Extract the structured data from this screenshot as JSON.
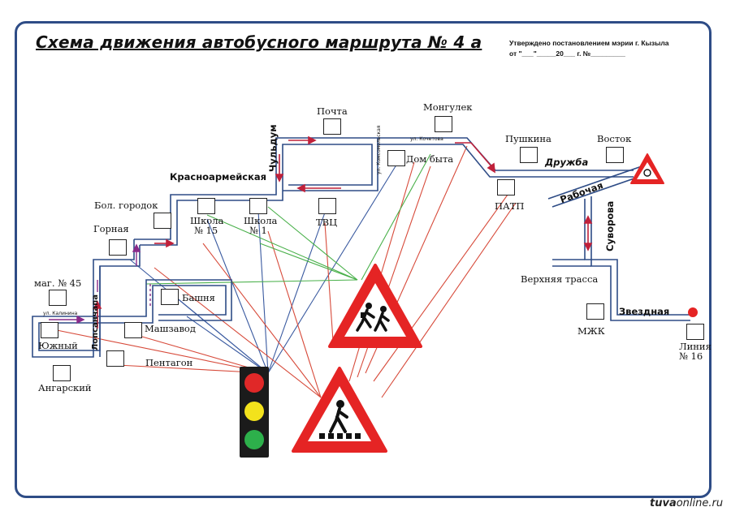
{
  "title": "Схема движения автобусного маршрута № 4 а",
  "approval": {
    "line1": "Утверждено постановлением мэрии г. Кызыла",
    "line2": "от \"___\"_____20___ г. №_________"
  },
  "stops": {
    "pochta": "Почта",
    "mongulek": "Монгулек",
    "pushkina": "Пушкина",
    "vostok": "Восток",
    "dom_byta": "Дом быта",
    "patp": "ПАТП",
    "bol_gorodok": "Бол. городок",
    "gornaya": "Горная",
    "shkola15_a": "Школа",
    "shkola15_b": "№ 15",
    "shkola1_a": "Школа",
    "shkola1_b": "№ 1",
    "tvc": "ТВЦ",
    "mag45": "маг. № 45",
    "bashnya": "Башня",
    "mashzavod": "Машзавод",
    "yuzhny": "Южный",
    "pentagon": "Пентагон",
    "angarsky": "Ангарский",
    "verhnyaya_trassa": "Верхняя трасса",
    "mzhk": "МЖК",
    "liniya_a": "Линия",
    "liniya_b": "№ 16"
  },
  "streets": {
    "krasnoarmeyskaya": "Красноармейская",
    "chuldum": "Чульдум",
    "druzhba": "Дружба",
    "rabochaya": "Рабочая",
    "suvorova": "Суворова",
    "zvezdnaya": "Звездная",
    "loseva": "Лопсанчапа",
    "kochetova": "ул. Кочетова",
    "komsomolskaya": "ул. Комсомольская",
    "kalinina": "ул. Калинина"
  },
  "watermark": {
    "brand": "tuva",
    "rest": "online.ru"
  },
  "icons": {
    "traffic_light": "traffic-light-icon",
    "children_sign": "children-crossing-sign-icon",
    "pedestrian_sign": "pedestrian-crossing-sign-icon",
    "roundabout_sign": "roundabout-sign-icon"
  },
  "colors": {
    "road": "#2e4c86",
    "route": "#c0203a",
    "route_alt": "#8a2a8a",
    "sign_red": "#e52424"
  }
}
